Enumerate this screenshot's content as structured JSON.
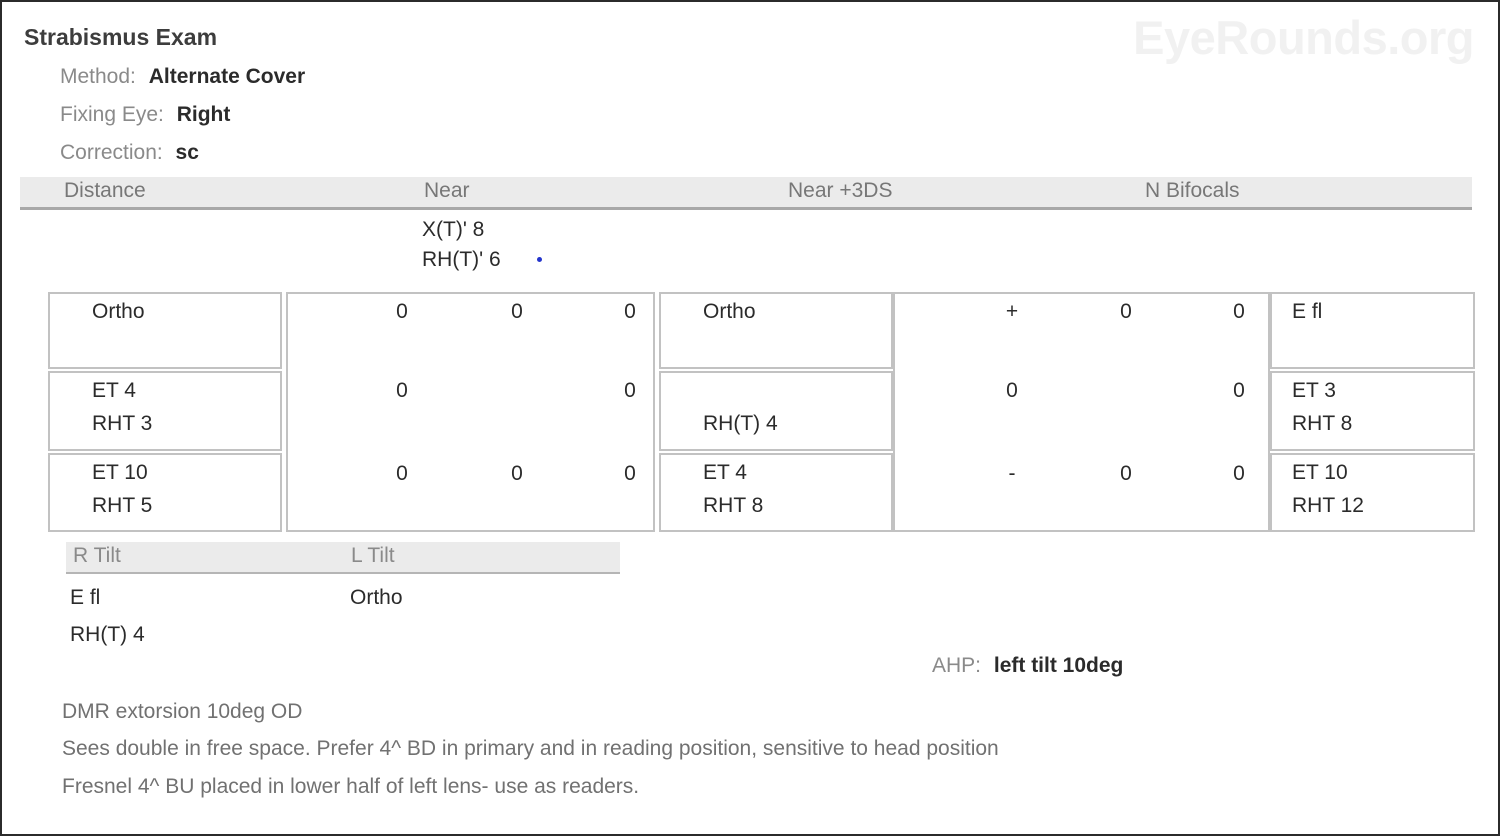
{
  "watermark": "EyeRounds.org",
  "exam": {
    "title": "Strabismus Exam",
    "meta": [
      {
        "label": "Method:",
        "value": "Alternate Cover"
      },
      {
        "label": "Fixing Eye:",
        "value": "Right"
      },
      {
        "label": "Correction:",
        "value": "sc"
      }
    ]
  },
  "columns": {
    "distance": "Distance",
    "near": "Near",
    "near_plus_3ds": "Near +3DS",
    "n_bifocals": "N Bifocals"
  },
  "pre_note": {
    "line1": "X(T)' 8",
    "line2": "RH(T)' 6",
    "marker": "blue-dot"
  },
  "grid": {
    "distance": [
      {
        "line1": "Ortho",
        "line2": ""
      },
      {
        "line1": "ET 4",
        "line2": "RHT 3"
      },
      {
        "line1": "ET 10",
        "line2": "RHT 5"
      }
    ],
    "near_numbers": [
      [
        "0",
        "0",
        "0"
      ],
      [
        "0",
        "",
        "0"
      ],
      [
        "0",
        "0",
        "0"
      ]
    ],
    "near_plus_3ds": [
      {
        "line1": "Ortho",
        "line2": ""
      },
      {
        "line1": "",
        "line2": "RH(T) 4"
      },
      {
        "line1": "ET 4",
        "line2": "RHT 8"
      }
    ],
    "near_plus_3ds_numbers": [
      [
        "+",
        "0",
        "0"
      ],
      [
        "0",
        "",
        "0"
      ],
      [
        "-",
        "0",
        "0"
      ]
    ],
    "n_bifocals": [
      {
        "line1": "E fl",
        "line2": ""
      },
      {
        "line1": "ET 3",
        "line2": "RHT 8"
      },
      {
        "line1": "ET 10",
        "line2": "RHT 12"
      }
    ]
  },
  "tilt": {
    "r_header": "R Tilt",
    "l_header": "L Tilt",
    "r_line1": "E fl",
    "r_line2": "RH(T) 4",
    "l_line1": "Ortho",
    "l_line2": ""
  },
  "ahp": {
    "label": "AHP:",
    "value": "left tilt 10deg"
  },
  "notes": {
    "line1": "DMR extorsion 10deg OD",
    "line2": "Sees double in free space. Prefer 4^ BD in primary and in reading position, sensitive to head position",
    "line3": "Fresnel 4^ BU placed in lower half of left lens- use as readers."
  },
  "colors": {
    "band_bg": "#ebebeb",
    "grid_border": "#c2c2c2",
    "label_grey": "#8a8a8a",
    "text_dark": "#2b2b2b",
    "note_grey": "#717171",
    "dot_blue": "#2334cc"
  }
}
